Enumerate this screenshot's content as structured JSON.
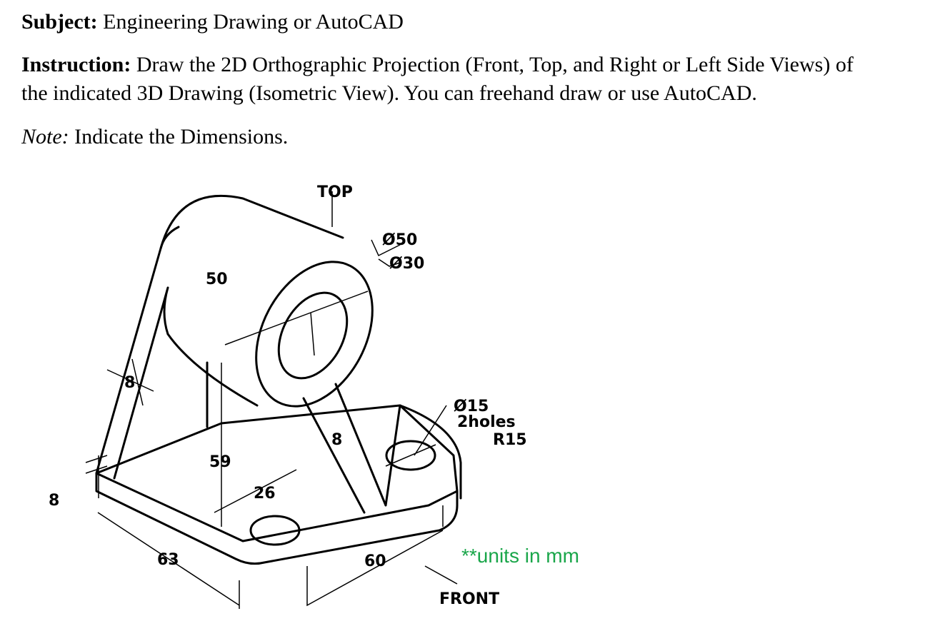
{
  "subject": {
    "label": "Subject:",
    "text": "Engineering Drawing or AutoCAD"
  },
  "instruction": {
    "label": "Instruction:",
    "text_line1": "Draw the 2D Orthographic Projection (Front, Top, and Right or Left Side Views) of",
    "text_line2": "the indicated 3D Drawing (Isometric View). You can freehand draw or use AutoCAD."
  },
  "note": {
    "label": "Note:",
    "text": "Indicate the Dimensions."
  },
  "drawing": {
    "top_label": "TOP",
    "front_label": "FRONT",
    "dia_outer": "Ø50",
    "dia_inner": "Ø30",
    "dia_holes": "Ø15",
    "holes_count": "2holes",
    "radius": "R15",
    "dim_50": "50",
    "dim_8_rib": "8",
    "dim_8_web": "8",
    "dim_8_base": "8",
    "dim_59": "59",
    "dim_26": "26",
    "dim_63": "63",
    "dim_60": "60",
    "units_note": "**units in mm",
    "units_color": "#1aa64a"
  }
}
